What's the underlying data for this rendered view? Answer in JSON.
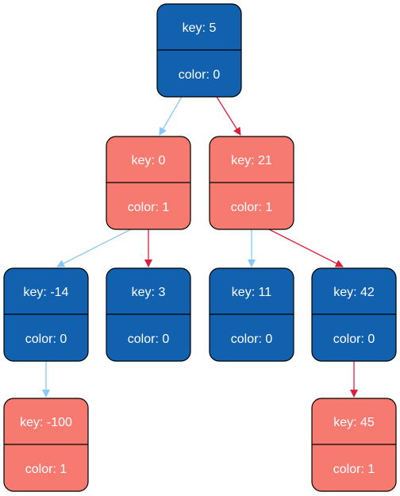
{
  "tree": {
    "colors": {
      "black_node": "#1261ae",
      "red_node": "#f77a71",
      "left_edge": "#87c9f5",
      "right_edge": "#dc1e3c",
      "border": "#000000",
      "text": "#ffffff"
    },
    "nodes": [
      {
        "id": "n5",
        "key_label": "key: 5",
        "color_label": "color: 0",
        "color": 0
      },
      {
        "id": "n0",
        "key_label": "key: 0",
        "color_label": "color: 1",
        "color": 1
      },
      {
        "id": "n21",
        "key_label": "key: 21",
        "color_label": "color: 1",
        "color": 1
      },
      {
        "id": "nm14",
        "key_label": "key: -14",
        "color_label": "color: 0",
        "color": 0
      },
      {
        "id": "n3",
        "key_label": "key: 3",
        "color_label": "color: 0",
        "color": 0
      },
      {
        "id": "n11",
        "key_label": "key: 11",
        "color_label": "color: 0",
        "color": 0
      },
      {
        "id": "n42",
        "key_label": "key: 42",
        "color_label": "color: 0",
        "color": 0
      },
      {
        "id": "nm100",
        "key_label": "key: -100",
        "color_label": "color: 1",
        "color": 1
      },
      {
        "id": "n45",
        "key_label": "key: 45",
        "color_label": "color: 1",
        "color": 1
      }
    ],
    "edges": [
      {
        "from": "n5",
        "to": "n0",
        "side": "left"
      },
      {
        "from": "n5",
        "to": "n21",
        "side": "right"
      },
      {
        "from": "n0",
        "to": "nm14",
        "side": "left"
      },
      {
        "from": "n0",
        "to": "n3",
        "side": "right"
      },
      {
        "from": "n21",
        "to": "n11",
        "side": "left"
      },
      {
        "from": "n21",
        "to": "n42",
        "side": "right"
      },
      {
        "from": "nm14",
        "to": "nm100",
        "side": "left"
      },
      {
        "from": "n42",
        "to": "n45",
        "side": "right"
      }
    ]
  }
}
